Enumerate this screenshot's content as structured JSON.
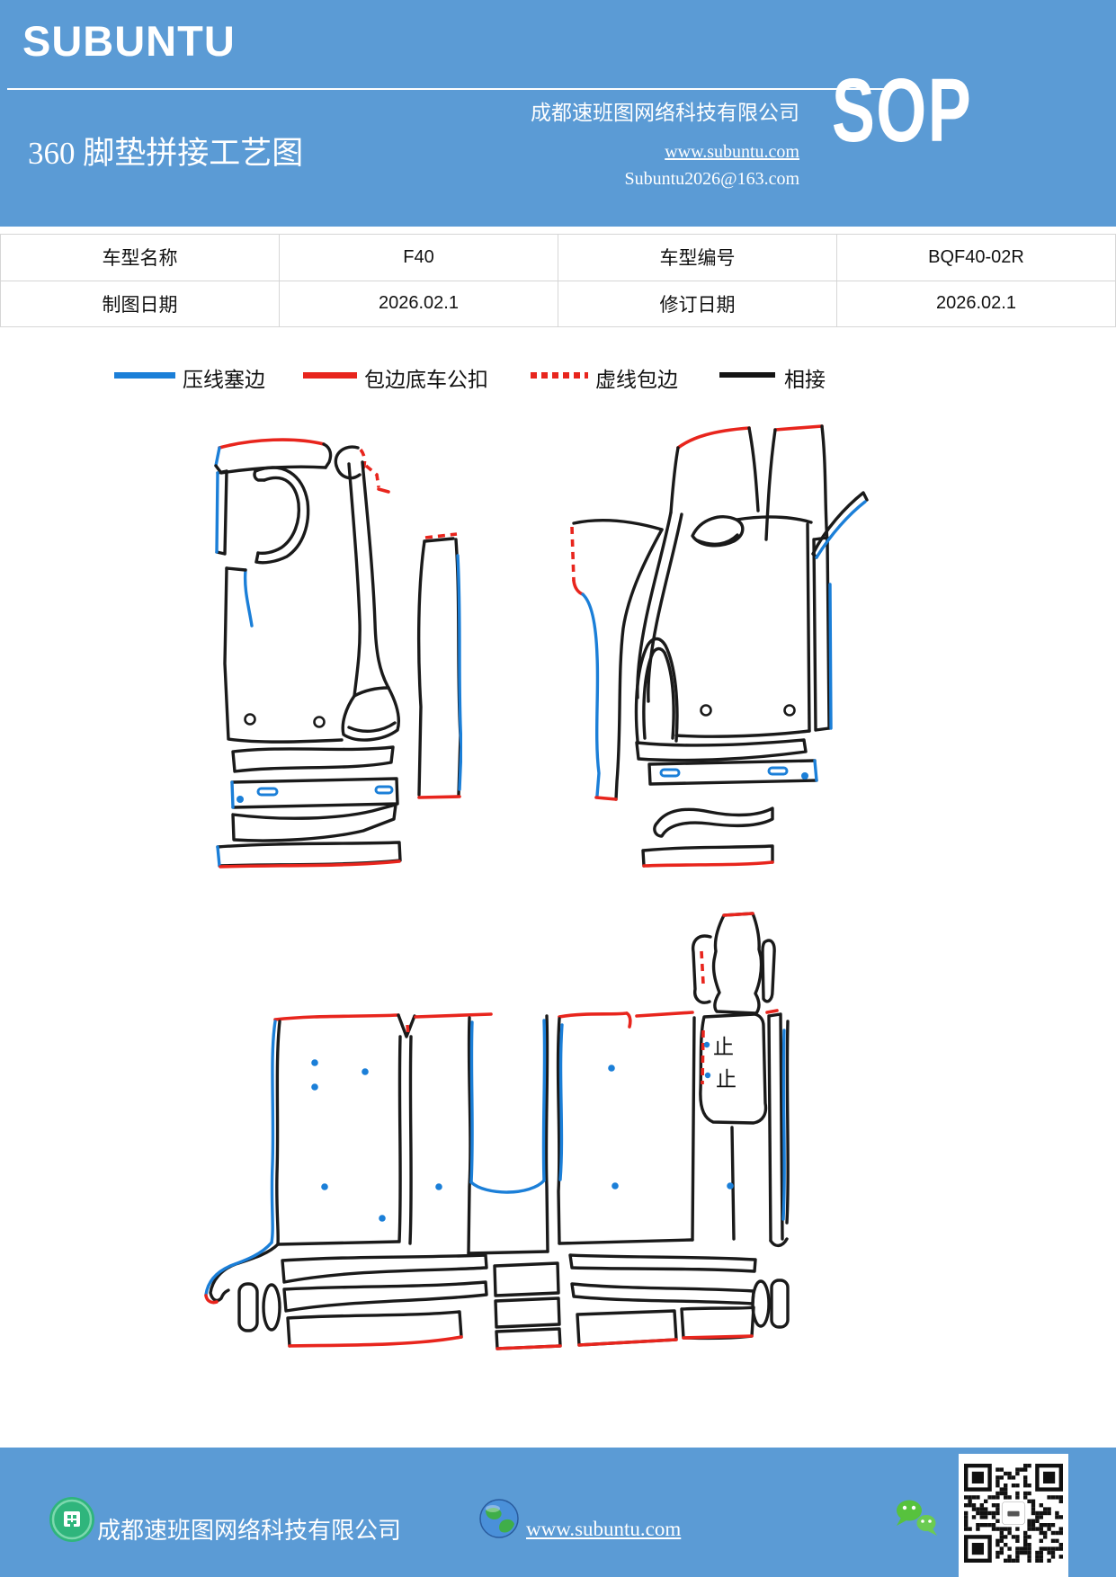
{
  "header": {
    "brand": "SUBUNTU",
    "title": "360 脚垫拼接工艺图",
    "company": "成都速班图网络科技有限公司",
    "website": "www.subuntu.com",
    "email": "Subuntu2026@163.com",
    "badge": "SOP"
  },
  "info_table": {
    "rows": [
      {
        "cells": [
          "车型名称",
          "F40",
          "车型编号",
          "BQF40-02R"
        ]
      },
      {
        "cells": [
          "制图日期",
          "2026.02.1",
          "修订日期",
          "2026.02.1"
        ]
      }
    ]
  },
  "legend": {
    "items": [
      {
        "label": "压线塞边",
        "color": "#1b7fd8",
        "line_style": "solid"
      },
      {
        "label": "包边底车公扣",
        "color": "#e8251d",
        "line_style": "solid"
      },
      {
        "label": "虚线包边",
        "color": "#e8251d",
        "line_style": "dashed"
      },
      {
        "label": "相接",
        "color": "#141414",
        "line_style": "solid"
      }
    ]
  },
  "diagram": {
    "stop_marks": [
      "止",
      "止"
    ],
    "colors": {
      "press_edge_blue": "#1b7fd8",
      "binding_buckle_red": "#e8251d",
      "dashed_binding_red": "#e8251d",
      "join_black": "#1a1a1a"
    }
  },
  "footer": {
    "company": "成都速班图网络科技有限公司",
    "website": "www.subuntu.com"
  },
  "theme": {
    "banner_blue": "#5b9bd5",
    "table_border": "#d6d6d6",
    "wechat_green": "#57c23d",
    "badge_green": "#2fb57c"
  }
}
